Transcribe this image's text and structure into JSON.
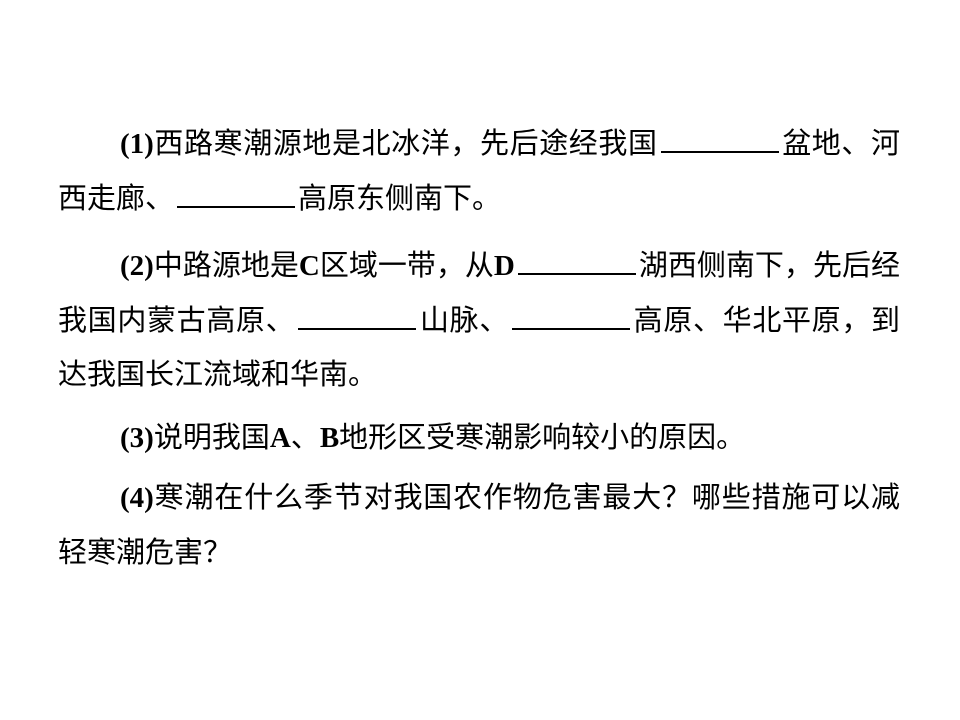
{
  "questions": [
    {
      "num": "(1)",
      "segments": [
        "西路寒潮源地是北冰洋，先后途经我国",
        "盆地、河西走廊、",
        "高原东侧南下。"
      ]
    },
    {
      "num": "(2)",
      "seg_a": "中路源地是",
      "letter_c": "C",
      "seg_b": "区域一带，从",
      "letter_d": "D",
      "seg_c": "湖西侧南下，先后经我国内蒙古高原、",
      "seg_d": "山脉、",
      "seg_e": "高原、华北平原，到达我国长江流域和华南。"
    },
    {
      "num": "(3)",
      "seg_a": "说明我国",
      "letter_a": "A",
      "sep": "、",
      "letter_b": "B",
      "seg_b": "地形区受寒潮影响较小的原因。"
    },
    {
      "num": "(4)",
      "text": "寒潮在什么季节对我国农作物危害最大？哪些措施可以减轻寒潮危害？"
    }
  ]
}
